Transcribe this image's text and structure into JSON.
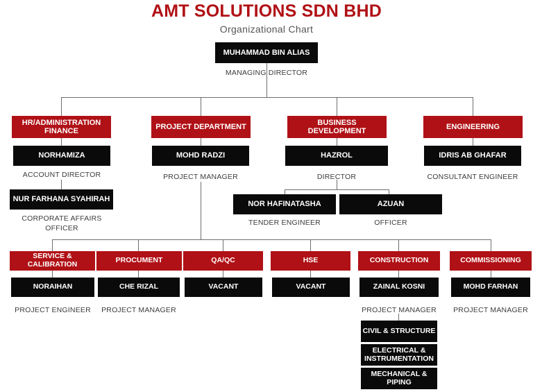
{
  "header": {
    "title": "AMT SOLUTIONS SDN BHD",
    "subtitle": "Organizational Chart"
  },
  "colors": {
    "title": "#b01116",
    "department_box": "#b01116",
    "person_box": "#0a0a0a",
    "caption_text": "#3c3c3c",
    "connector": "#6e6e6e",
    "background": "#ffffff"
  },
  "chart_data": {
    "type": "diagram",
    "title": "AMT SOLUTIONS SDN BHD",
    "subtitle": "Organizational Chart",
    "nodes": {
      "top": {
        "name": "MUHAMMAD BIN ALIAS",
        "role": "MANAGING DIRECTOR"
      },
      "hr_dept": {
        "name": "HR/ADMINISTRATION FINANCE"
      },
      "hr_person": {
        "name": "NORHAMIZA",
        "role": "ACCOUNT DIRECTOR"
      },
      "hr_person2": {
        "name": "NUR FARHANA SYAHIRAH",
        "role": "CORPORATE AFFAIRS OFFICER"
      },
      "project_dept": {
        "name": "PROJECT DEPARTMENT"
      },
      "project_person": {
        "name": "MOHD RADZI",
        "role": "PROJECT MANAGER"
      },
      "bizdev_dept": {
        "name": "BUSINESS DEVELOPMENT"
      },
      "bizdev_person": {
        "name": "HAZROL",
        "role": "DIRECTOR"
      },
      "bizdev_child1": {
        "name": "NOR HAFINATASHA",
        "role": "TENDER ENGINEER"
      },
      "bizdev_child2": {
        "name": "AZUAN",
        "role": "OFFICER"
      },
      "eng_dept": {
        "name": "ENGINEERING"
      },
      "eng_person": {
        "name": "IDRIS AB GHAFAR",
        "role": "CONSULTANT ENGINEER"
      },
      "unit1": {
        "name": "SERVICE & CALIBRATION",
        "person": "NORAIHAN",
        "role": "PROJECT ENGINEER"
      },
      "unit2": {
        "name": "PROCUMENT",
        "person": "CHE RIZAL",
        "role": "PROJECT MANAGER"
      },
      "unit3": {
        "name": "QA/QC",
        "person": "VACANT",
        "role": ""
      },
      "unit4": {
        "name": "HSE",
        "person": "VACANT",
        "role": ""
      },
      "unit5": {
        "name": "CONSTRUCTION",
        "person": "ZAINAL KOSNI",
        "role": "PROJECT MANAGER"
      },
      "unit6": {
        "name": "COMMISSIONING",
        "person": "MOHD FARHAN",
        "role": "PROJECT MANAGER"
      },
      "construction_sub1": {
        "name": "CIVIL & STRUCTURE"
      },
      "construction_sub2": {
        "name": "ELECTRICAL & INSTRUMENTATION"
      },
      "construction_sub3": {
        "name": "MECHANICAL & PIPING"
      }
    }
  }
}
